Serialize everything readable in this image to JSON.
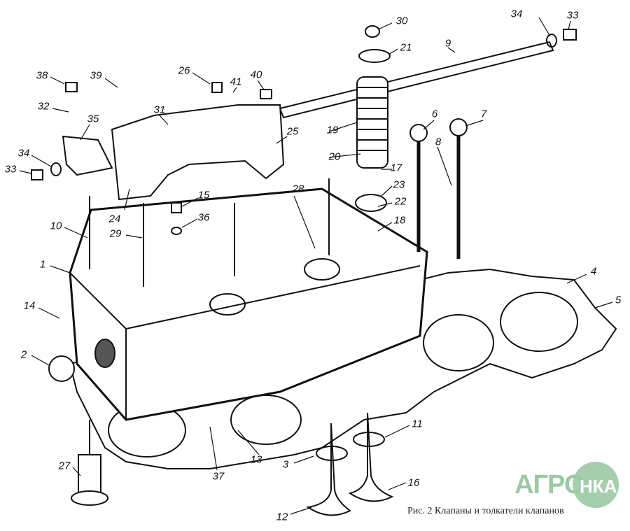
{
  "figure": {
    "caption": "Рис. 2 Клапаны и толкатели клапанов",
    "watermark": "АГРОНКА",
    "labels": [
      {
        "id": "30"
      },
      {
        "id": "34"
      },
      {
        "id": "33"
      },
      {
        "id": "21"
      },
      {
        "id": "9"
      },
      {
        "id": "38"
      },
      {
        "id": "39"
      },
      {
        "id": "26"
      },
      {
        "id": "41"
      },
      {
        "id": "40"
      },
      {
        "id": "32"
      },
      {
        "id": "31"
      },
      {
        "id": "35"
      },
      {
        "id": "6"
      },
      {
        "id": "7"
      },
      {
        "id": "19"
      },
      {
        "id": "25"
      },
      {
        "id": "8"
      },
      {
        "id": "20"
      },
      {
        "id": "34"
      },
      {
        "id": "33"
      },
      {
        "id": "17"
      },
      {
        "id": "23"
      },
      {
        "id": "22"
      },
      {
        "id": "15"
      },
      {
        "id": "28"
      },
      {
        "id": "24"
      },
      {
        "id": "36"
      },
      {
        "id": "18"
      },
      {
        "id": "10"
      },
      {
        "id": "29"
      },
      {
        "id": "1"
      },
      {
        "id": "4"
      },
      {
        "id": "5"
      },
      {
        "id": "14"
      },
      {
        "id": "2"
      },
      {
        "id": "11"
      },
      {
        "id": "13"
      },
      {
        "id": "3"
      },
      {
        "id": "27"
      },
      {
        "id": "37"
      },
      {
        "id": "16"
      },
      {
        "id": "12"
      }
    ]
  }
}
